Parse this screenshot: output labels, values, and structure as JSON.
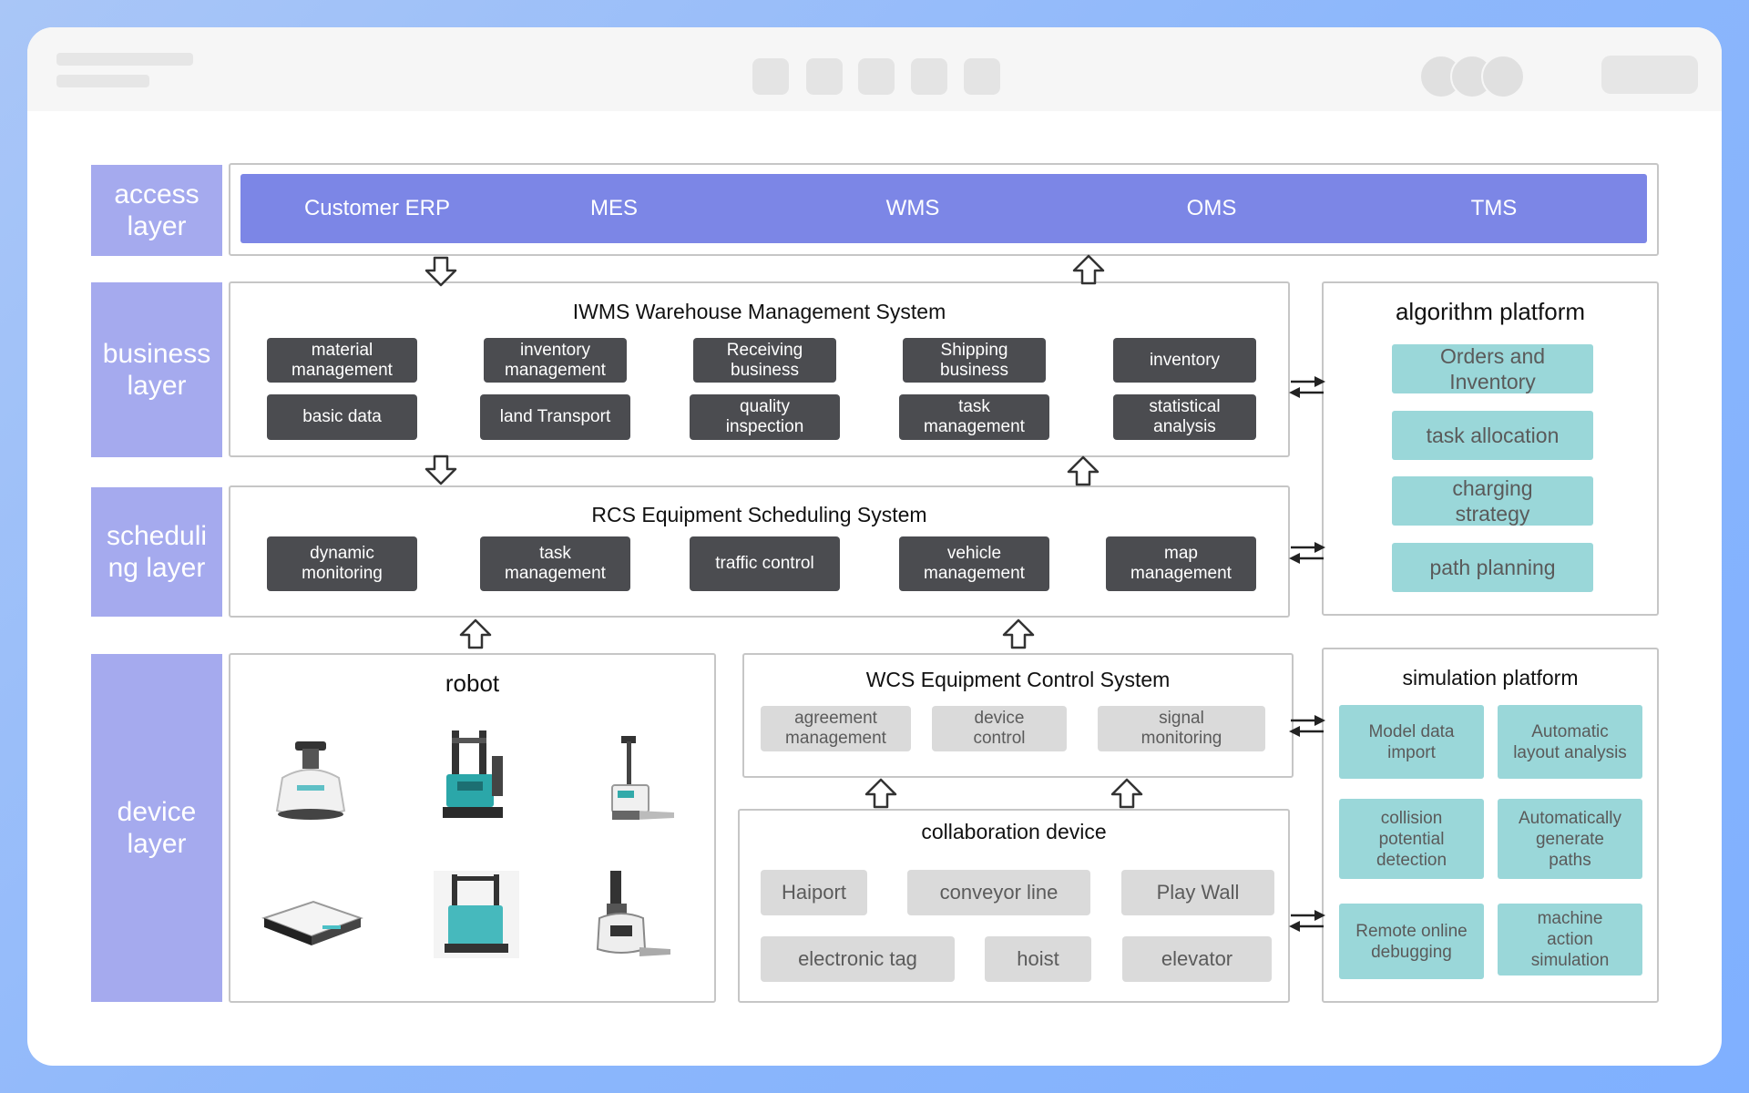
{
  "layers": {
    "access": "access layer",
    "business": "business layer",
    "scheduling": "scheduli ng layer",
    "device": "device layer"
  },
  "access": {
    "items": [
      "Customer ERP",
      "MES",
      "WMS",
      "OMS",
      "TMS"
    ]
  },
  "iwms": {
    "title": "IWMS Warehouse Management System",
    "row1": [
      "material\nmanagement",
      "inventory\nmanagement",
      "Receiving\nbusiness",
      "Shipping\nbusiness",
      "inventory"
    ],
    "row2": [
      "basic data",
      "land Transport",
      "quality\ninspection",
      "task\nmanagement",
      "statistical\nanalysis"
    ]
  },
  "rcs": {
    "title": "RCS Equipment Scheduling System",
    "items": [
      "dynamic\nmonitoring",
      "task\nmanagement",
      "traffic control",
      "vehicle\nmanagement",
      "map\nmanagement"
    ]
  },
  "algorithm": {
    "title": "algorithm platform",
    "items": [
      "Orders and\nInventory",
      "task allocation",
      "charging\nstrategy",
      "path planning"
    ]
  },
  "robot": {
    "title": "robot"
  },
  "wcs": {
    "title": "WCS Equipment Control System",
    "items": [
      "agreement\nmanagement",
      "device\ncontrol",
      "signal\nmonitoring"
    ]
  },
  "collab": {
    "title": "collaboration device",
    "items": [
      "Haiport",
      "conveyor line",
      "Play Wall",
      "electronic tag",
      "hoist",
      "elevator"
    ]
  },
  "simulation": {
    "title": "simulation platform",
    "items": [
      "Model data\nimport",
      "Automatic\nlayout analysis",
      "collision\npotential\ndetection",
      "Automatically\ngenerate\npaths",
      "Remote online\ndebugging",
      "machine\naction\nsimulation"
    ]
  },
  "colors": {
    "layer": "#a5aaee",
    "access_bar": "#7c86e6",
    "dark_box": "#4b4c50",
    "gray_box": "#dadada",
    "teal_box": "#9ad7d9"
  }
}
